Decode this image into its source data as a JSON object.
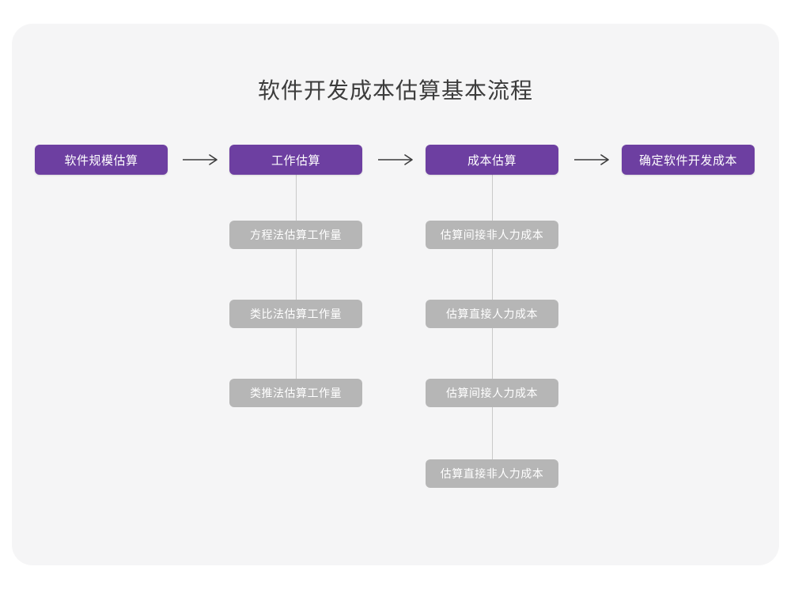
{
  "page": {
    "background_color": "#ffffff",
    "card_color": "#f5f5f6"
  },
  "diagram": {
    "type": "flowchart",
    "title": "软件开发成本估算基本流程",
    "colors": {
      "primary_node": "#6d3fa1",
      "sub_node": "#b6b6b6",
      "node_text": "#ffffff",
      "title_text": "#3c3c3c",
      "connector": "#c9c9c9",
      "arrow": "#3b3b3b"
    },
    "main_flow": [
      {
        "id": "step-1",
        "label": "软件规模估算"
      },
      {
        "id": "step-2",
        "label": "工作估算"
      },
      {
        "id": "step-3",
        "label": "成本估算"
      },
      {
        "id": "step-4",
        "label": "确定软件开发成本"
      }
    ],
    "arrows": [
      {
        "id": "arrow-1",
        "glyph": "long-right-arrow"
      },
      {
        "id": "arrow-2",
        "glyph": "long-right-arrow"
      },
      {
        "id": "arrow-3",
        "glyph": "long-right-arrow"
      }
    ],
    "branches": [
      {
        "id": "branch-work-estimation",
        "parent": "工作估算",
        "items": [
          "方程法估算工作量",
          "类比法估算工作量",
          "类推法估算工作量"
        ]
      },
      {
        "id": "branch-cost-estimation",
        "parent": "成本估算",
        "items": [
          "估算间接非人力成本",
          "估算直接人力成本",
          "估算间接人力成本",
          "估算直接非人力成本"
        ]
      }
    ]
  }
}
